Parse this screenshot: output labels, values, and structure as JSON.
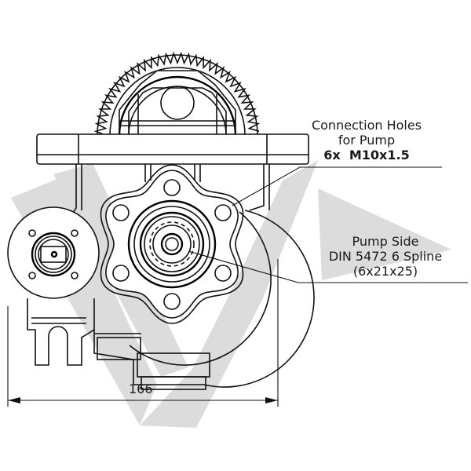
{
  "drawing": {
    "view": "Pump side front view",
    "annotations": {
      "connection_holes": {
        "line1": "Connection Holes",
        "line2": "for Pump",
        "spec": "6x  M10x1.5"
      },
      "pump_side": {
        "line1": "Pump Side",
        "line2": "DIN 5472 6 Spline",
        "line3": "(6x21x25)"
      }
    },
    "dimensions": {
      "overall_width": "166"
    },
    "watermark": {
      "color": "#dcdcdc",
      "shape": "large stylized W-like chevrons"
    },
    "colors": {
      "line": "#111111",
      "background": "#ffffff"
    }
  }
}
